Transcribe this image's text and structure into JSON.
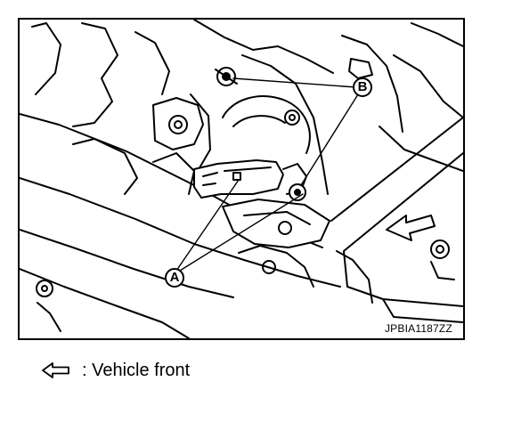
{
  "figure": {
    "callouts": {
      "a": "A",
      "b": "B"
    },
    "code": "JPBIA1187ZZ"
  },
  "legend": {
    "icon": "hollow-left-arrow-icon",
    "text": ": Vehicle front"
  }
}
